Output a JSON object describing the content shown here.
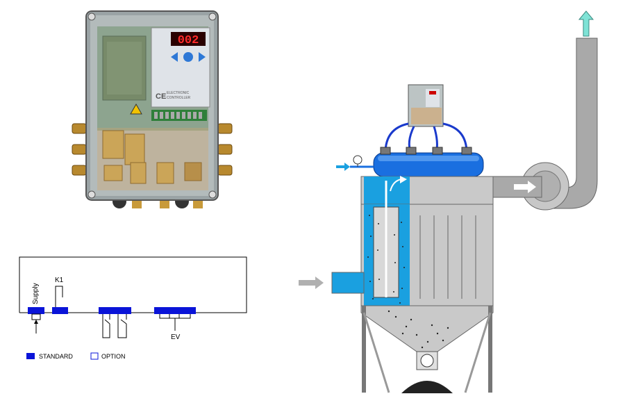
{
  "controller": {
    "display_value": "002",
    "label_line1": "ELECTRONIC",
    "label_line2": "CONTROLLER",
    "ce_mark": "CE",
    "colors": {
      "case": "#8e9a9c",
      "panel": "#dfe3e8",
      "display": "#2a0000",
      "digits": "#ff2a2a",
      "arrows": "#2e78d6"
    }
  },
  "wiring_diagram": {
    "supply_label": "Supply",
    "k1_label": "K1",
    "ev_label": "EV",
    "legend": {
      "standard_label": "STANDARD",
      "option_label": "OPTION"
    },
    "colors": {
      "standard": "#0a14d8",
      "line": "#000000"
    }
  },
  "filter_system": {
    "colors": {
      "clean_air": "#1aa0e0",
      "manifold": "#1a6fe0",
      "housing": "#c9c9c9",
      "duct": "#a9a9a9",
      "inlet_arrow": "#b0b0b0",
      "outlet_arrow": "#7fe3d6",
      "dust": "#222222"
    }
  }
}
